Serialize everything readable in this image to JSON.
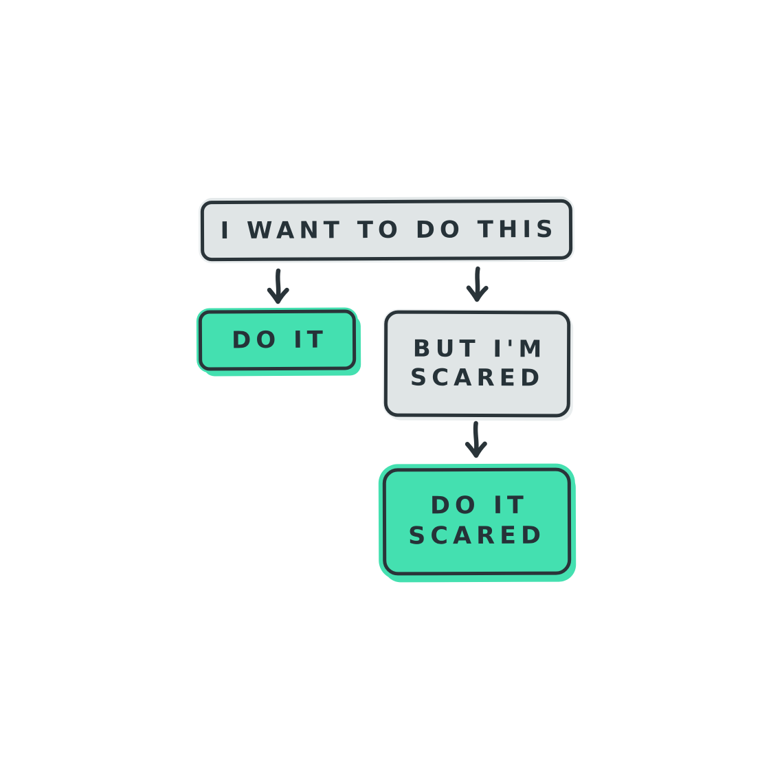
{
  "diagram": {
    "type": "flowchart",
    "nodes": [
      {
        "id": "want",
        "label": "I WANT TO DO THIS",
        "style": "gray"
      },
      {
        "id": "do-it",
        "label": "DO IT",
        "style": "green"
      },
      {
        "id": "scared",
        "label": "BUT I'M\nSCARED",
        "style": "gray"
      },
      {
        "id": "do-it-scared",
        "label": "DO IT\nSCARED",
        "style": "green"
      }
    ],
    "edges": [
      {
        "from": "want",
        "to": "do-it",
        "glyph": "arrow-down"
      },
      {
        "from": "want",
        "to": "scared",
        "glyph": "arrow-down"
      },
      {
        "from": "scared",
        "to": "do-it-scared",
        "glyph": "arrow-down"
      }
    ],
    "colors": {
      "green_fill": "#44E0B0",
      "gray_fill": "#E0E5E6",
      "ink": "#2A3439",
      "background": "#FFFFFF"
    }
  }
}
